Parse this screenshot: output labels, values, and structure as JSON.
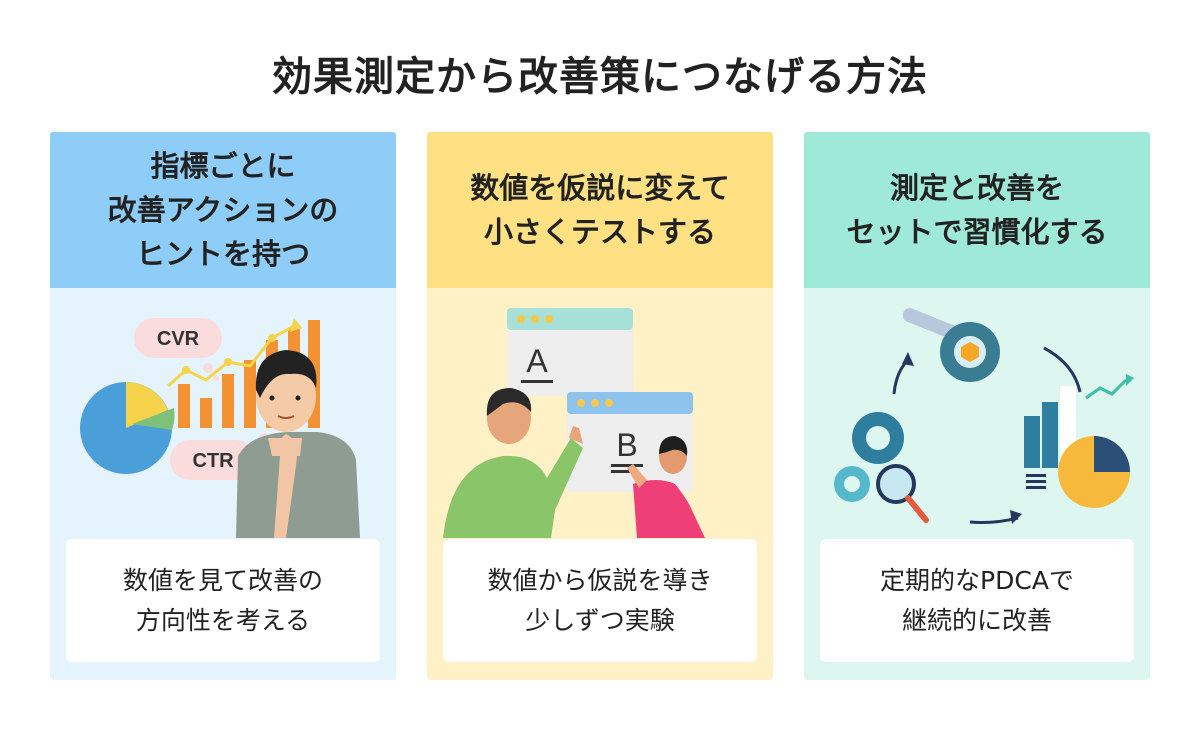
{
  "title": "効果測定から改善策につなげる方法",
  "colors": {
    "card1_head": "#8ecdf7",
    "card1_body": "#e4f3fc",
    "card2_head": "#ffe083",
    "card2_body": "#fff1c6",
    "card3_head": "#9fe9d9",
    "card3_body": "#ddf6ef"
  },
  "cards": [
    {
      "heading": [
        "指標ごとに",
        "改善アクションの",
        "ヒントを持つ"
      ],
      "illustration": {
        "bubble_top": "CVR",
        "bubble_bottom": "CTR"
      },
      "note": [
        "数値を見て改善の",
        "方向性を考える"
      ]
    },
    {
      "heading": [
        "数値を仮説に変えて",
        "小さくテストする"
      ],
      "illustration": {
        "window_a": "A",
        "window_b": "B"
      },
      "note": [
        "数値から仮説を導き",
        "少しずつ実験"
      ]
    },
    {
      "heading": [
        "測定と改善を",
        "セットで習慣化する"
      ],
      "illustration": {
        "icons": [
          "wrench-gear-icon",
          "gears-icon",
          "magnifier-icon",
          "chart-icon"
        ]
      },
      "note": [
        "定期的なPDCAで",
        "継続的に改善"
      ]
    }
  ]
}
